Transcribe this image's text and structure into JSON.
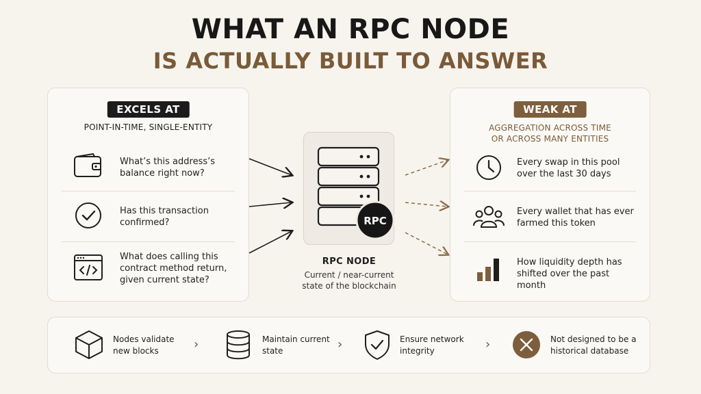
{
  "title": {
    "line1": "WHAT AN RPC NODE",
    "line2": "IS ACTUALLY BUILT TO ANSWER"
  },
  "left_panel": {
    "badge": "EXCELS AT",
    "subtitle": "POINT-IN-TIME, SINGLE-ENTITY",
    "items": [
      {
        "icon": "wallet-icon",
        "text": "What’s this address’s balance right now?"
      },
      {
        "icon": "check-circle-icon",
        "text": "Has this transaction confirmed?"
      },
      {
        "icon": "code-window-icon",
        "text": "What does calling this contract method return, given current state?"
      }
    ]
  },
  "center": {
    "badge": "RPC",
    "title": "RPC NODE",
    "description": "Current / near-current state of the blockchain"
  },
  "right_panel": {
    "badge": "WEAK AT",
    "subtitle": "AGGREGATION ACROSS TIME OR ACROSS MANY ENTITIES",
    "items": [
      {
        "icon": "clock-icon",
        "text": "Every swap in this pool over the last 30 days"
      },
      {
        "icon": "users-icon",
        "text": "Every wallet that has ever farmed this token"
      },
      {
        "icon": "bar-chart-icon",
        "text": "How liquidity depth has shifted over the past month"
      }
    ]
  },
  "bottom_steps": [
    {
      "icon": "cube-icon",
      "text": "Nodes validate new blocks"
    },
    {
      "icon": "database-icon",
      "text": "Maintain current state"
    },
    {
      "icon": "shield-check-icon",
      "text": "Ensure network integrity"
    },
    {
      "icon": "x-circle-icon",
      "text": "Not designed to be a historical database"
    }
  ],
  "colors": {
    "background": "#f7f4ee",
    "dark": "#1c1c1c",
    "brown": "#7d5e3d"
  }
}
